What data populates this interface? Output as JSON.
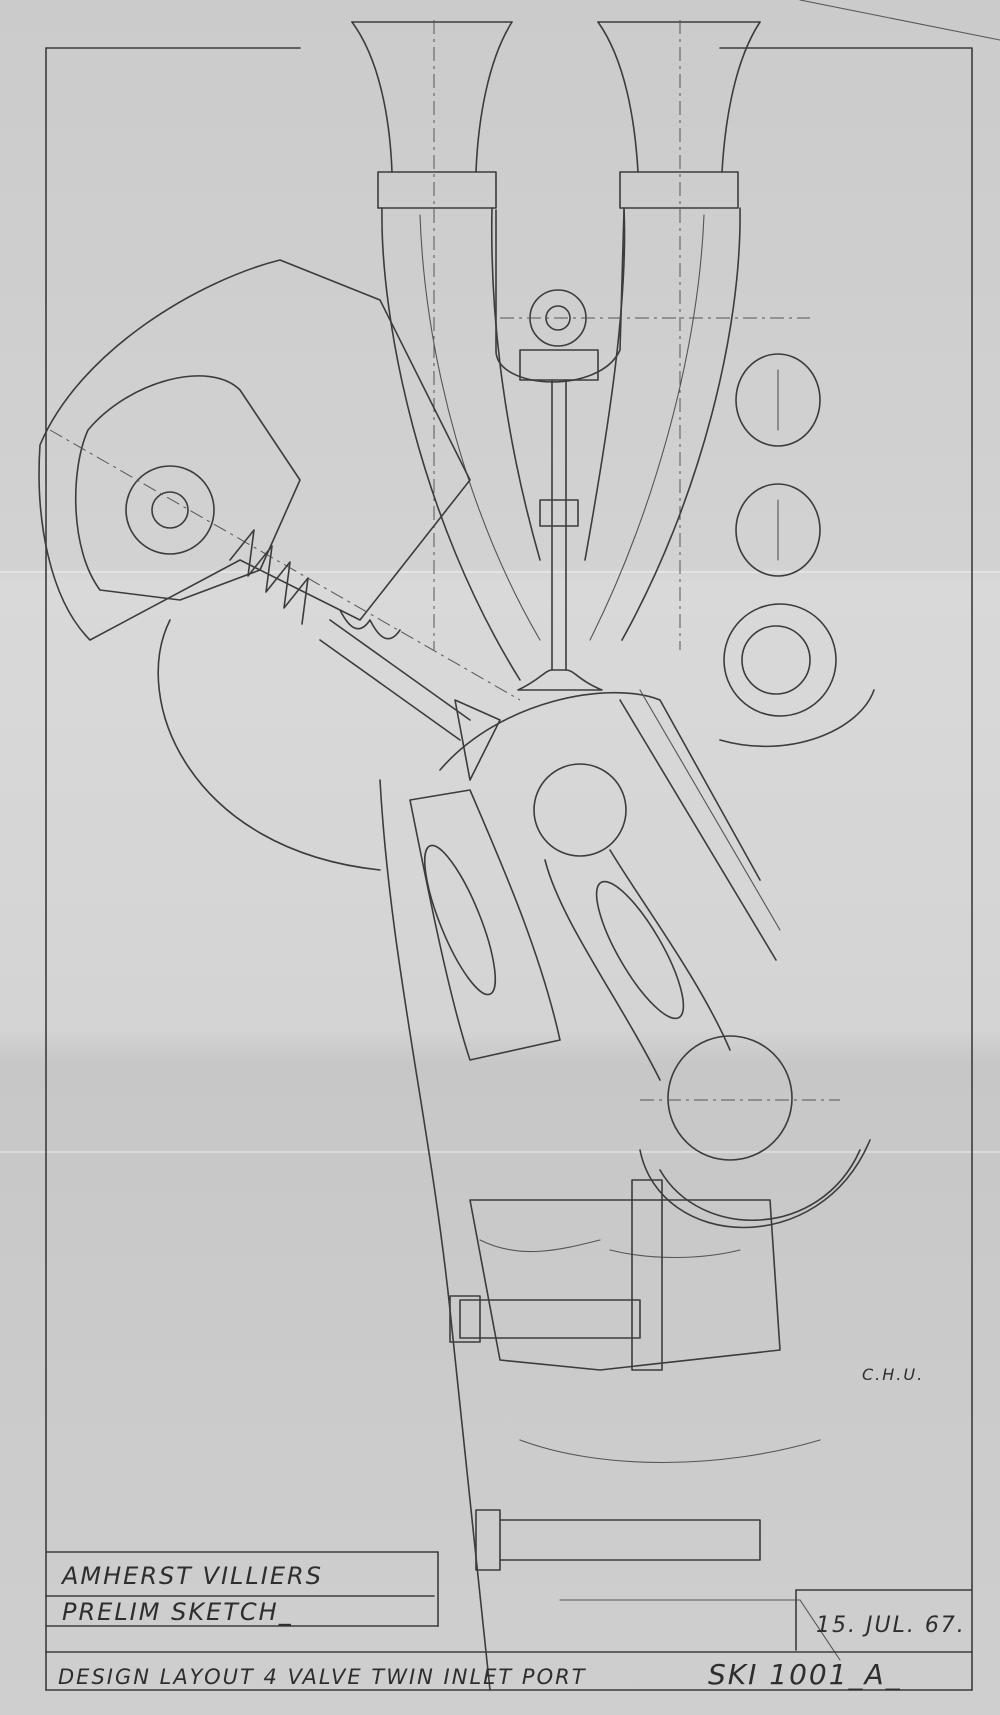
{
  "title_block": {
    "company": "AMHERST VILLIERS",
    "sheet_type": "PRELIM SKETCH_",
    "date": "15. JUL. 67.",
    "description": "DESIGN LAYOUT 4 VALVE TWIN INLET PORT",
    "drawing_number": "SKI 1001_A_"
  },
  "initials": "C.H.U."
}
